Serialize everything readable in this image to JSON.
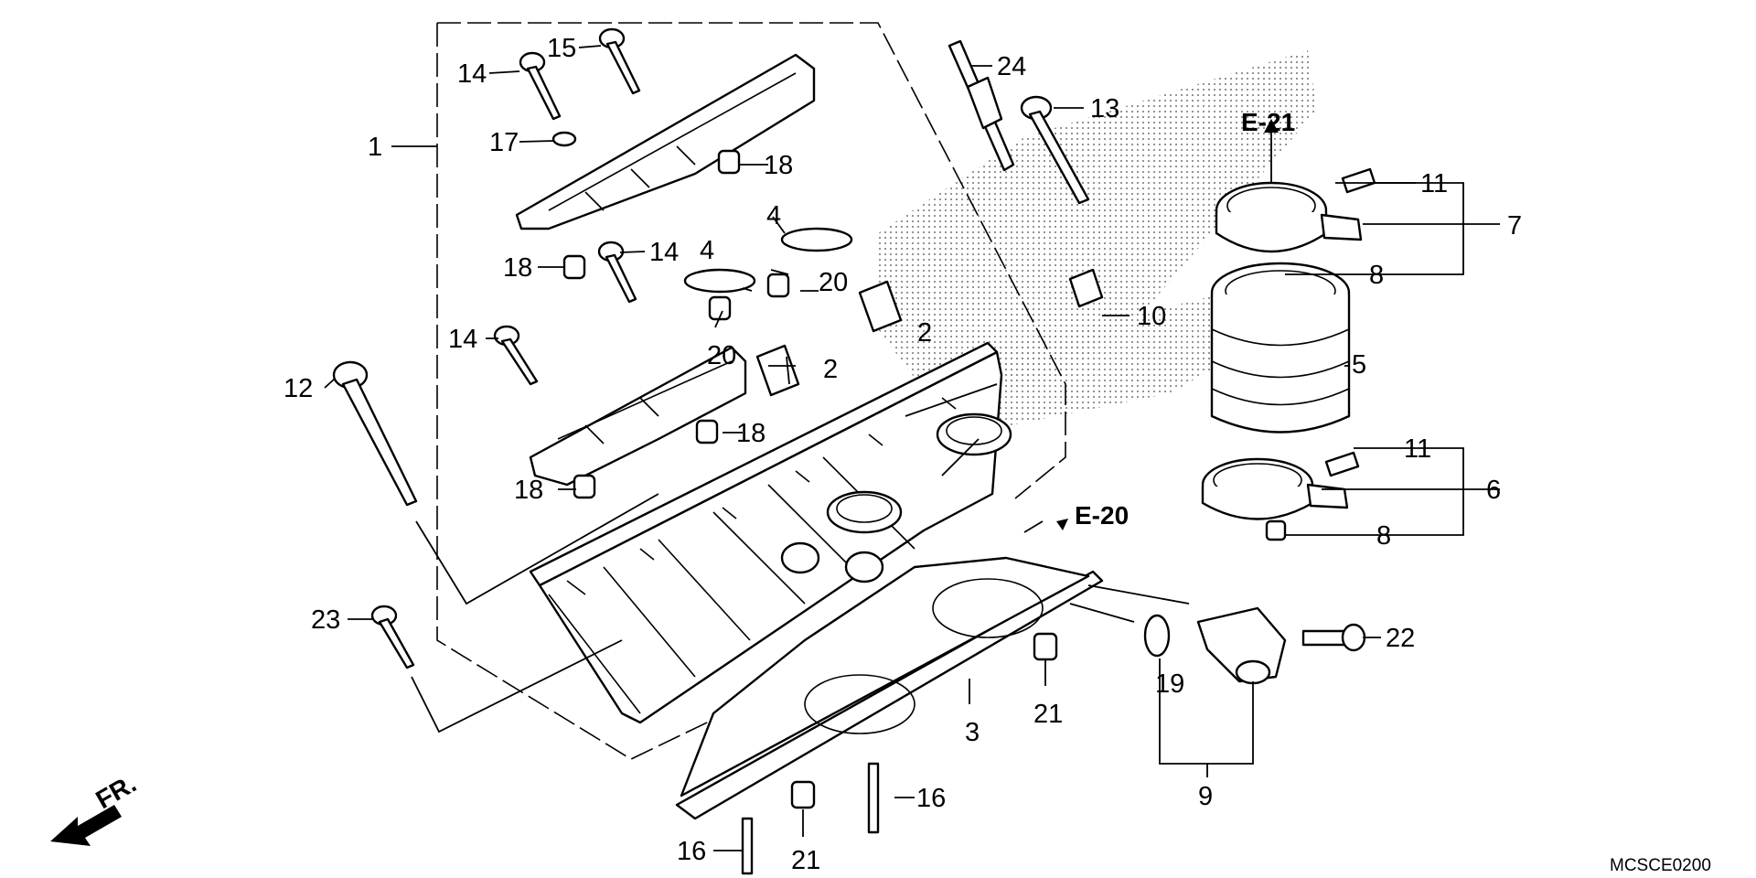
{
  "diagram": {
    "drawing_code": "MCSCE0200",
    "front_marker": "FR.",
    "references": [
      "E-21",
      "E-20"
    ],
    "labels": [
      "1",
      "2",
      "2",
      "3",
      "4",
      "4",
      "5",
      "6",
      "7",
      "8",
      "8",
      "9",
      "10",
      "11",
      "11",
      "12",
      "13",
      "14",
      "14",
      "14",
      "15",
      "16",
      "16",
      "17",
      "18",
      "18",
      "18",
      "18",
      "19",
      "20",
      "20",
      "21",
      "21",
      "22",
      "23",
      "24"
    ]
  }
}
